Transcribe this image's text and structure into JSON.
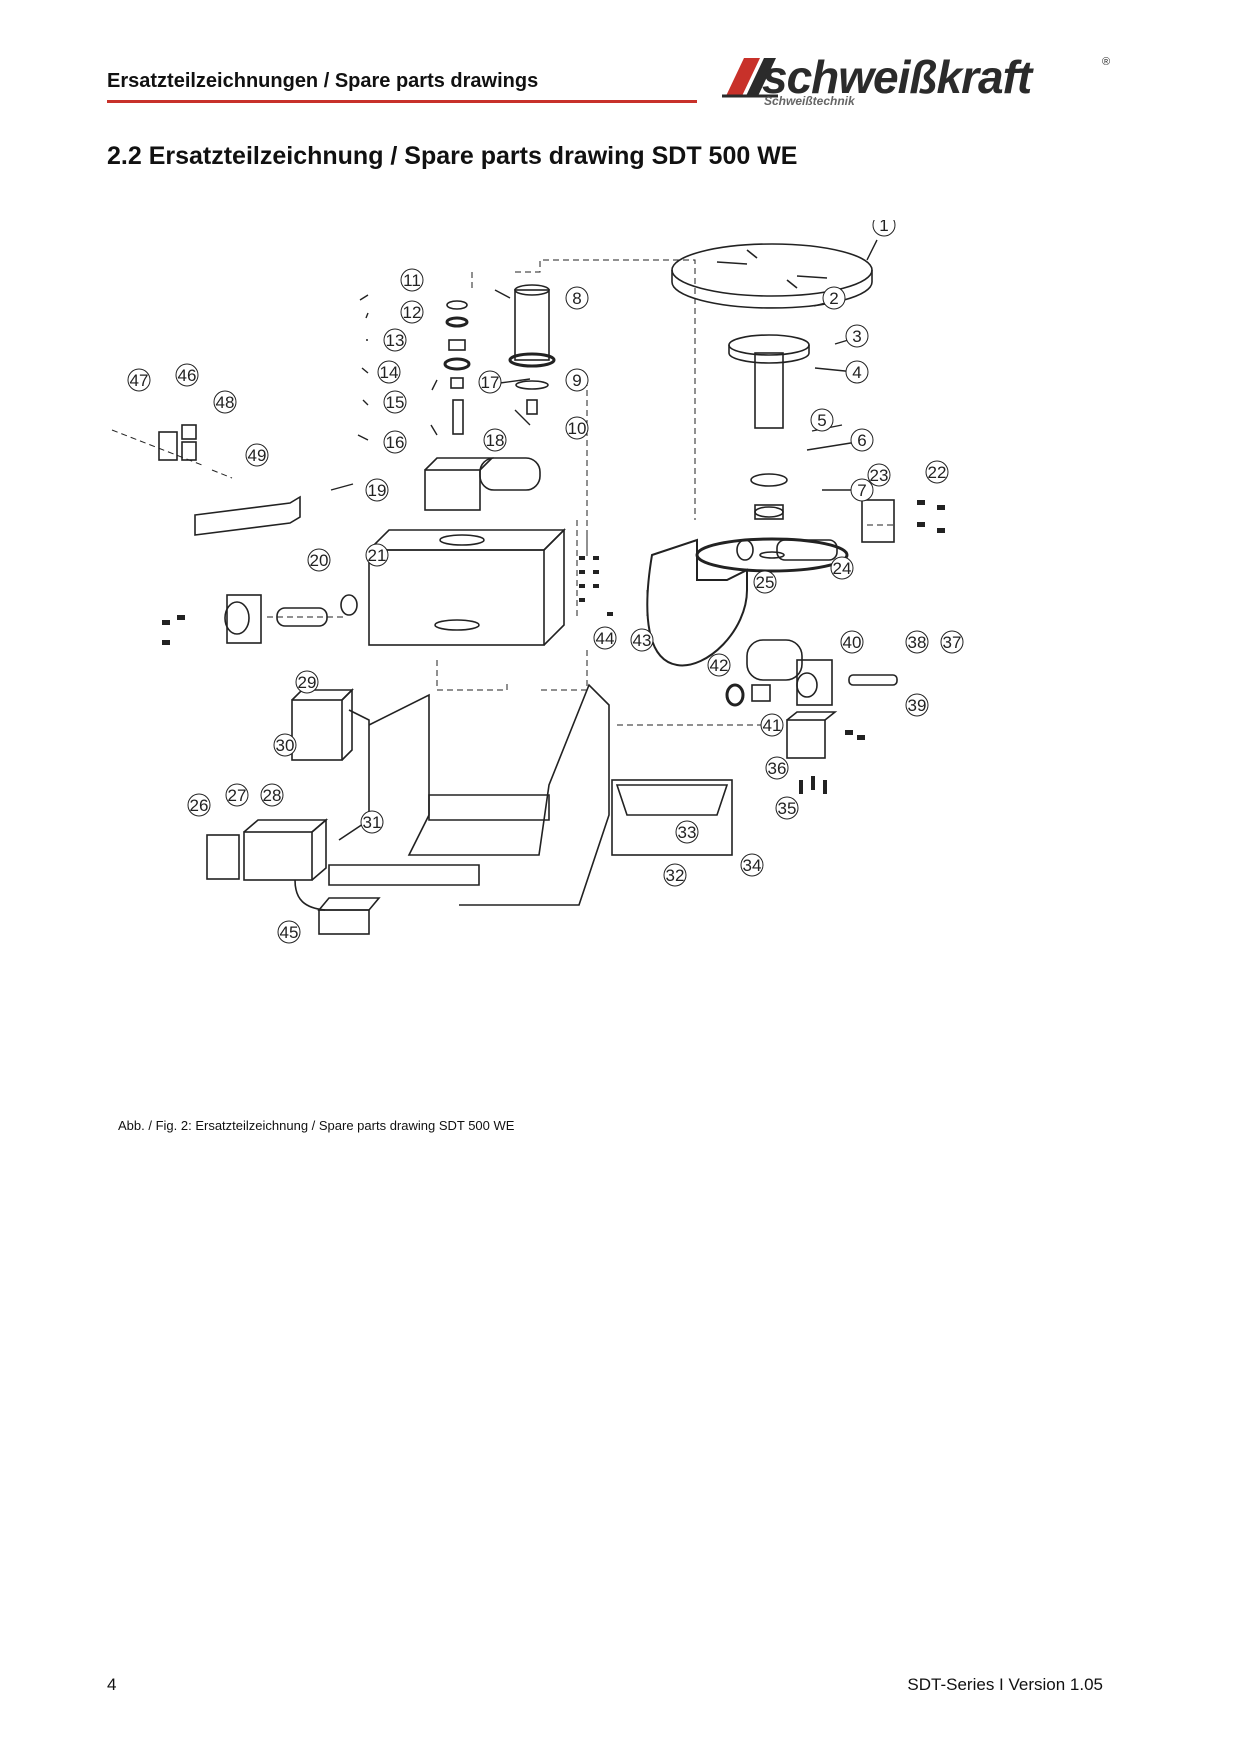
{
  "header": {
    "title": "Ersatzteilzeichnungen / Spare parts drawings",
    "rule_color": "#c8312a"
  },
  "logo": {
    "wordmark": "schweißkraft",
    "registered": "®",
    "subtitle": "Schweißtechnik",
    "accent_color": "#c8312a"
  },
  "section": {
    "title": "2.2  Ersatzteilzeichnung / Spare parts drawing SDT 500 WE"
  },
  "drawing": {
    "part_numbers": [
      "1",
      "2",
      "3",
      "4",
      "5",
      "6",
      "7",
      "8",
      "9",
      "10",
      "11",
      "12",
      "13",
      "14",
      "15",
      "16",
      "17",
      "18",
      "19",
      "20",
      "21",
      "22",
      "23",
      "24",
      "25",
      "29",
      "30",
      "26",
      "27",
      "28",
      "31",
      "32",
      "33",
      "34",
      "35",
      "36",
      "37",
      "38",
      "39",
      "40",
      "41",
      "42",
      "43",
      "44",
      "45",
      "46",
      "47",
      "48",
      "49"
    ]
  },
  "caption": "Abb. / Fig. 2: Ersatzteilzeichnung  / Spare parts drawing   SDT 500 WE",
  "footer": {
    "page_number": "4",
    "version": "SDT-Series  I Version 1.05"
  }
}
